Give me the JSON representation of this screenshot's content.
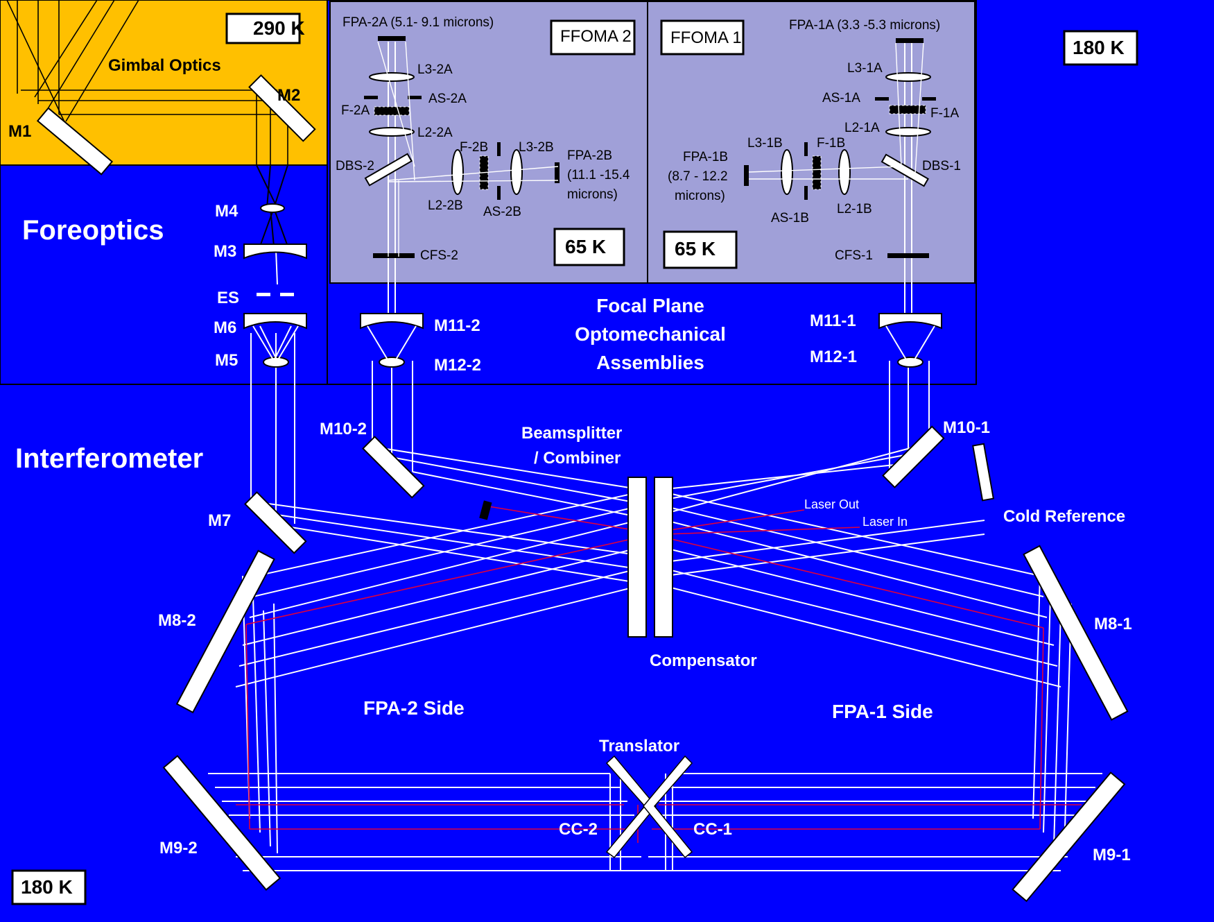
{
  "zones": {
    "gimbal_temp": "290 K",
    "gimbal_title": "Gimbal Optics",
    "foreoptics_title": "Foreoptics",
    "interferometer_title": "Interferometer",
    "outer_temp_top": "180 K",
    "outer_temp_bottom": "180 K",
    "ffoma2_title": "FFOMA 2",
    "ffoma1_title": "FFOMA 1",
    "ffoma2_temp": "65 K",
    "ffoma1_temp": "65 K",
    "focal_plane_line1": "Focal Plane",
    "focal_plane_line2": "Optomechanical",
    "focal_plane_line3": "Assemblies"
  },
  "mirrors": {
    "m1": "M1",
    "m2": "M2",
    "m3": "M3",
    "m4": "M4",
    "m5": "M5",
    "m6": "M6",
    "es": "ES",
    "m7": "M7",
    "m8_2": "M8-2",
    "m8_1": "M8-1",
    "m9_2": "M9-2",
    "m9_1": "M9-1",
    "m10_2": "M10-2",
    "m10_1": "M10-1",
    "m11_2": "M11-2",
    "m11_1": "M11-1",
    "m12_2": "M12-2",
    "m12_1": "M12-1"
  },
  "ffoma2": {
    "fpa_2a": "FPA-2A  (5.1- 9.1 microns)",
    "l3_2a": "L3-2A",
    "as_2a": "AS-2A",
    "f_2a": "F-2A",
    "l2_2a": "L2-2A",
    "dbs_2": "DBS-2",
    "f_2b": "F-2B",
    "l3_2b": "L3-2B",
    "fpa_2b_l1": "FPA-2B",
    "fpa_2b_l2": "(11.1 -15.4",
    "fpa_2b_l3": "microns)",
    "l2_2b": "L2-2B",
    "as_2b": "AS-2B",
    "cfs_2": "CFS-2"
  },
  "ffoma1": {
    "fpa_1a": "FPA-1A  (3.3 -5.3 microns)",
    "l3_1a": "L3-1A",
    "as_1a": "AS-1A",
    "f_1a": "F-1A",
    "l2_1a": "L2-1A",
    "dbs_1": "DBS-1",
    "f_1b": "F-1B",
    "l3_1b": "L3-1B",
    "fpa_1b_l1": "FPA-1B",
    "fpa_1b_l2": "(8.7 - 12.2",
    "fpa_1b_l3": "microns)",
    "l2_1b": "L2-1B",
    "as_1b": "AS-1B",
    "cfs_1": "CFS-1"
  },
  "interferometer": {
    "beamsplitter_l1": "Beamsplitter",
    "beamsplitter_l2": "/ Combiner",
    "compensator": "Compensator",
    "laser_out": "Laser Out",
    "laser_in": "Laser In",
    "cold_reference": "Cold Reference",
    "fpa2_side": "FPA-2 Side",
    "fpa1_side": "FPA-1 Side",
    "translator": "Translator",
    "cc_2": "CC-2",
    "cc_1": "CC-1"
  },
  "colors": {
    "background": "#0000ff",
    "gimbal_zone": "#ffc000",
    "ffoma_zone": "#a0a0d8",
    "beam": "#ffffff",
    "laser": "#e0003c"
  }
}
